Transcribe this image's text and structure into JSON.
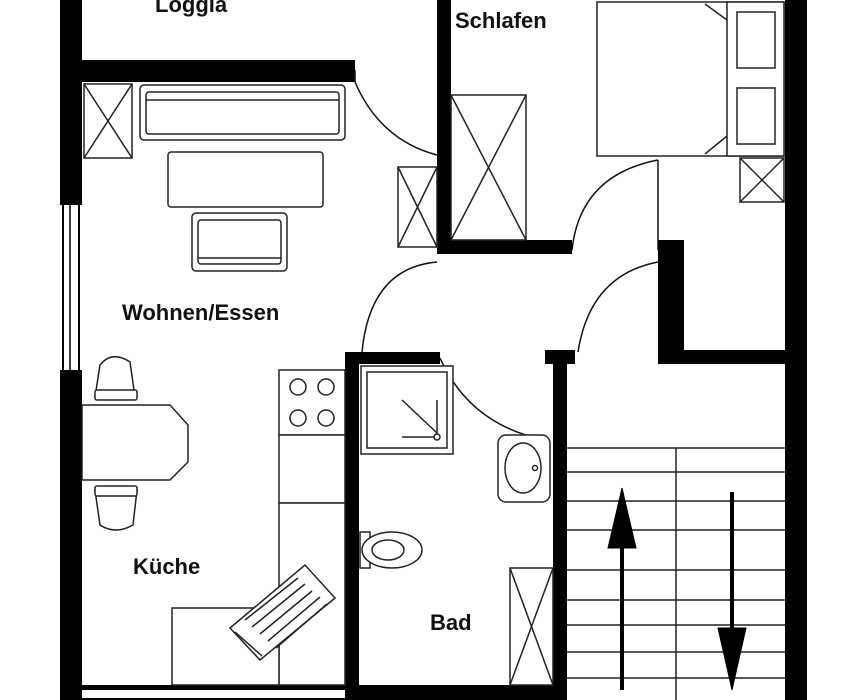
{
  "rooms": {
    "loggia": "Loggia",
    "schlafen": "Schlafen",
    "wohnen_essen": "Wohnen/Essen",
    "kueche": "Küche",
    "bad": "Bad"
  },
  "colors": {
    "wall": "#000000",
    "line": "#222222",
    "fill": "#ffffff",
    "furniture_fill": "#f0f0f0"
  },
  "icons": {
    "stairs_up": "arrow-up",
    "stairs_down": "arrow-down"
  }
}
